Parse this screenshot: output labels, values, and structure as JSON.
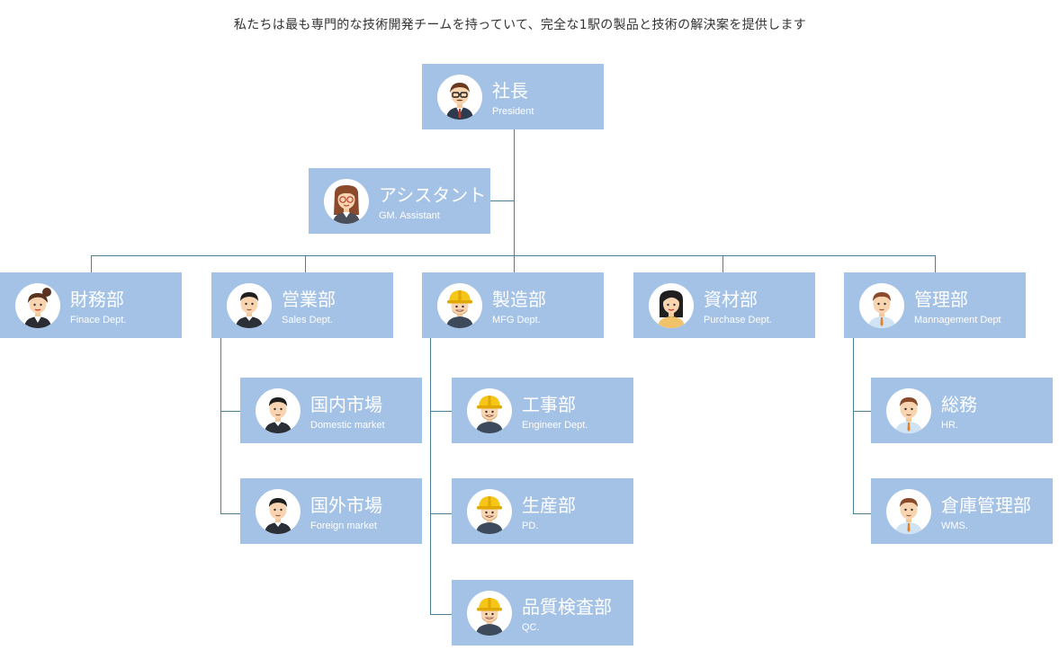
{
  "caption": "私たちは最も専門的な技術開発チームを持っていて、完全な1駅の製品と技術の解決案を提供します",
  "nodes": {
    "president": {
      "title": "社長",
      "subtitle": "President",
      "avatar": "man-glasses-avatar"
    },
    "assistant": {
      "title": "アシスタント",
      "subtitle": "GM. Assistant",
      "avatar": "woman-glasses-avatar"
    },
    "finance": {
      "title": "財務部",
      "subtitle": "Finace Dept.",
      "avatar": "woman-bun-avatar"
    },
    "sales": {
      "title": "営業部",
      "subtitle": "Sales Dept.",
      "avatar": "man-suit-avatar"
    },
    "domestic": {
      "title": "国内市場",
      "subtitle": "Domestic market",
      "avatar": "man-suit-avatar"
    },
    "foreign": {
      "title": "国外市場",
      "subtitle": "Foreign market",
      "avatar": "man-suit-avatar"
    },
    "mfg": {
      "title": "製造部",
      "subtitle": "MFG Dept.",
      "avatar": "worker-helmet-avatar"
    },
    "engineer": {
      "title": "工事部",
      "subtitle": "Engineer Dept.",
      "avatar": "worker-helmet-avatar"
    },
    "pd": {
      "title": "生産部",
      "subtitle": "PD.",
      "avatar": "worker-helmet-avatar"
    },
    "qc": {
      "title": "品質検査部",
      "subtitle": "QC.",
      "avatar": "worker-helmet-avatar"
    },
    "purchase": {
      "title": "資材部",
      "subtitle": "Purchase Dept.",
      "avatar": "woman-black-hair-avatar"
    },
    "management": {
      "title": "管理部",
      "subtitle": "Mannagement Dept",
      "avatar": "man-shirt-avatar"
    },
    "hr": {
      "title": "総務",
      "subtitle": "HR.",
      "avatar": "man-shirt-avatar"
    },
    "wms": {
      "title": "倉庫管理部",
      "subtitle": "WMS.",
      "avatar": "man-shirt-avatar"
    }
  },
  "colors": {
    "box": "#a4c2e6",
    "connector": "#4a7f96",
    "text": "#ffffff"
  }
}
